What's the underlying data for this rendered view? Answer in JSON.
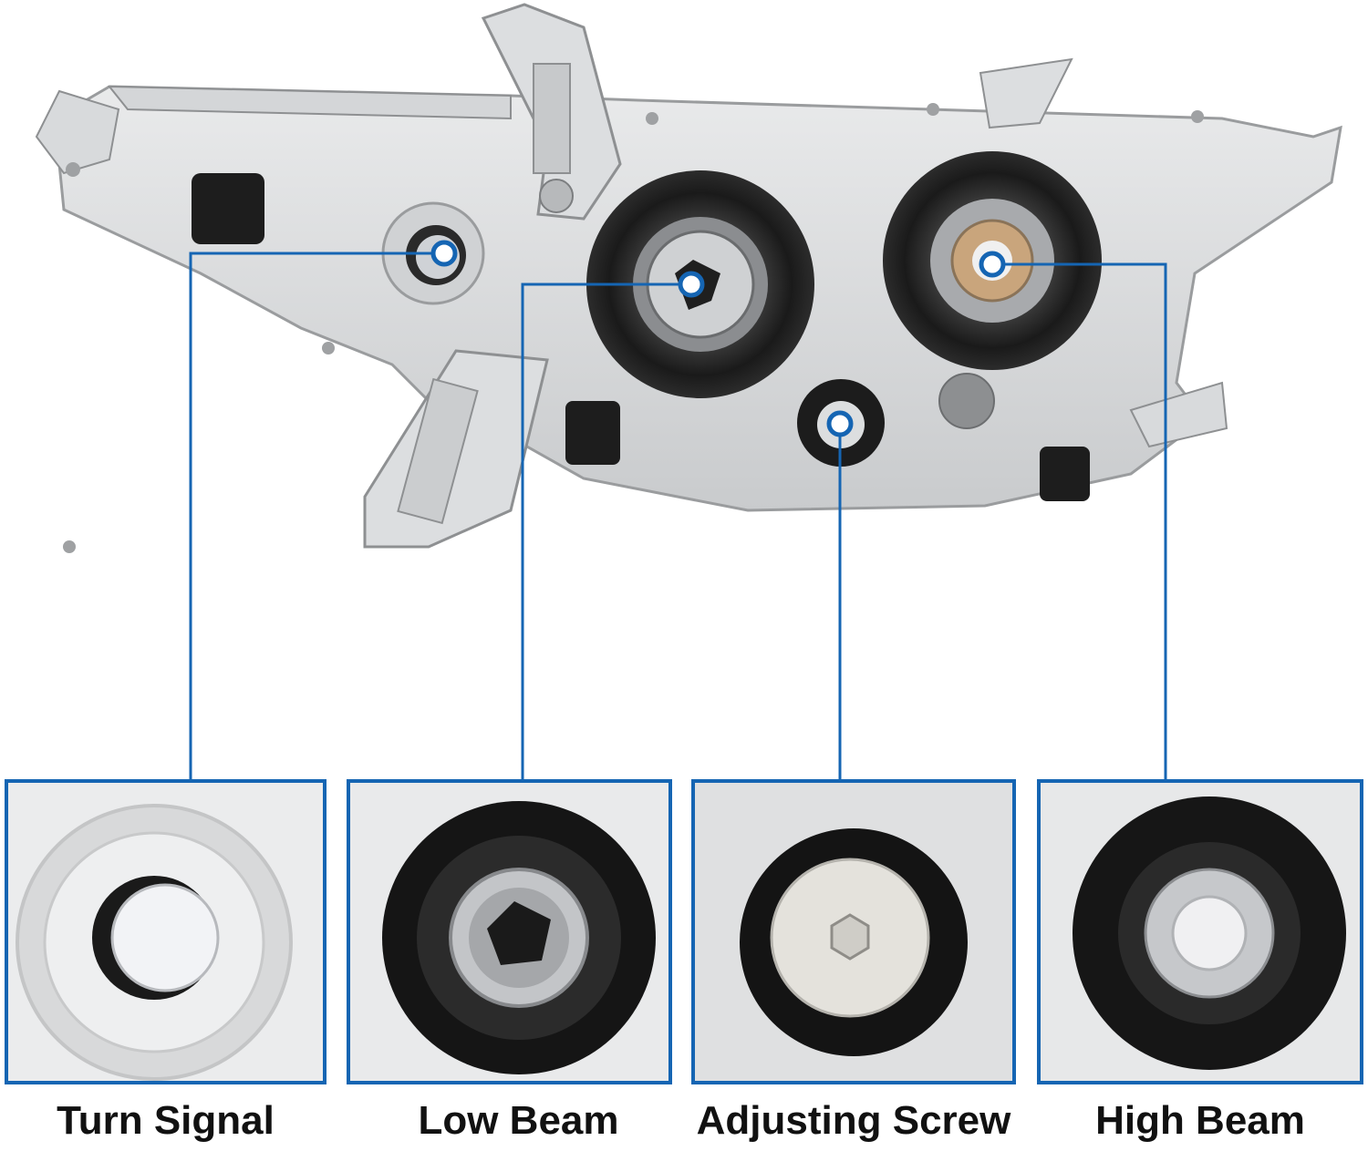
{
  "accent_color": "#1565b3",
  "callouts": [
    {
      "id": "turn-signal",
      "label": "Turn Signal",
      "icon": "bulb-socket-icon"
    },
    {
      "id": "low-beam",
      "label": "Low Beam",
      "icon": "bulb-socket-icon"
    },
    {
      "id": "adjusting-screw",
      "label": "Adjusting Screw",
      "icon": "screw-icon"
    },
    {
      "id": "high-beam",
      "label": "High Beam",
      "icon": "bulb-socket-icon"
    }
  ]
}
